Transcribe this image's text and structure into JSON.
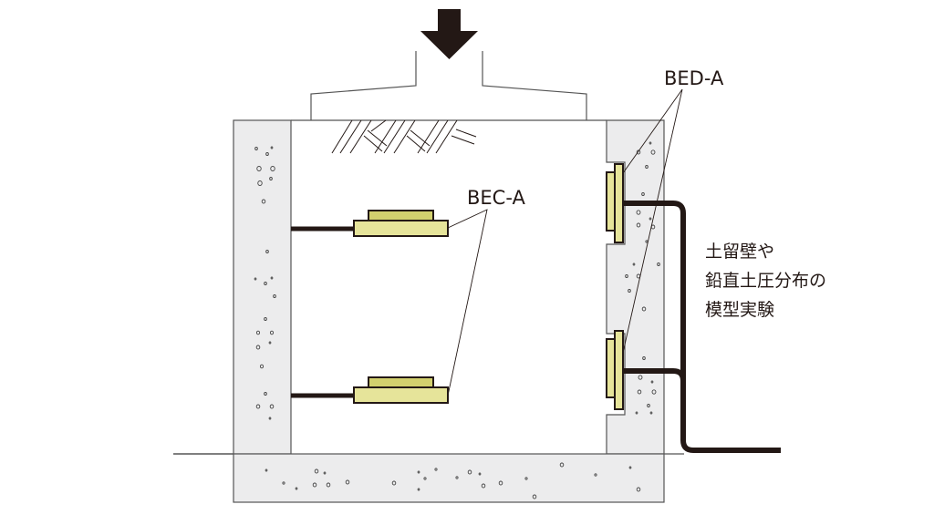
{
  "diagram": {
    "title": "土留壁や鉛直土圧分布の模型実験",
    "labels": {
      "bec": "BEC-A",
      "bed": "BED-A"
    },
    "caption_lines": [
      "土留壁や",
      "鉛直土圧分布の",
      "模型実験"
    ],
    "components": [
      {
        "id": "load-arrow",
        "description": "Vertical load applied downward"
      },
      {
        "id": "loading-plate",
        "description": "Loading plate on soil surface"
      },
      {
        "id": "soil-hatch",
        "description": "Soil hatching under loading plate"
      },
      {
        "id": "left-wall",
        "description": "Concrete wall (left)"
      },
      {
        "id": "right-wall",
        "description": "Retaining wall (right) with embedded sensors"
      },
      {
        "id": "base-slab",
        "description": "Concrete base slab"
      },
      {
        "id": "bec-sensors",
        "count": 2,
        "label_ref": "bec"
      },
      {
        "id": "bed-sensors",
        "count": 2,
        "label_ref": "bed"
      },
      {
        "id": "signal-cable",
        "description": "Cable from sensors"
      }
    ],
    "colors": {
      "sensor_fill": "#e6e49a",
      "sensor_top_fill": "#d2d06e",
      "concrete_fill": "#ececed",
      "stroke": "#231815",
      "outline": "#555555"
    }
  }
}
